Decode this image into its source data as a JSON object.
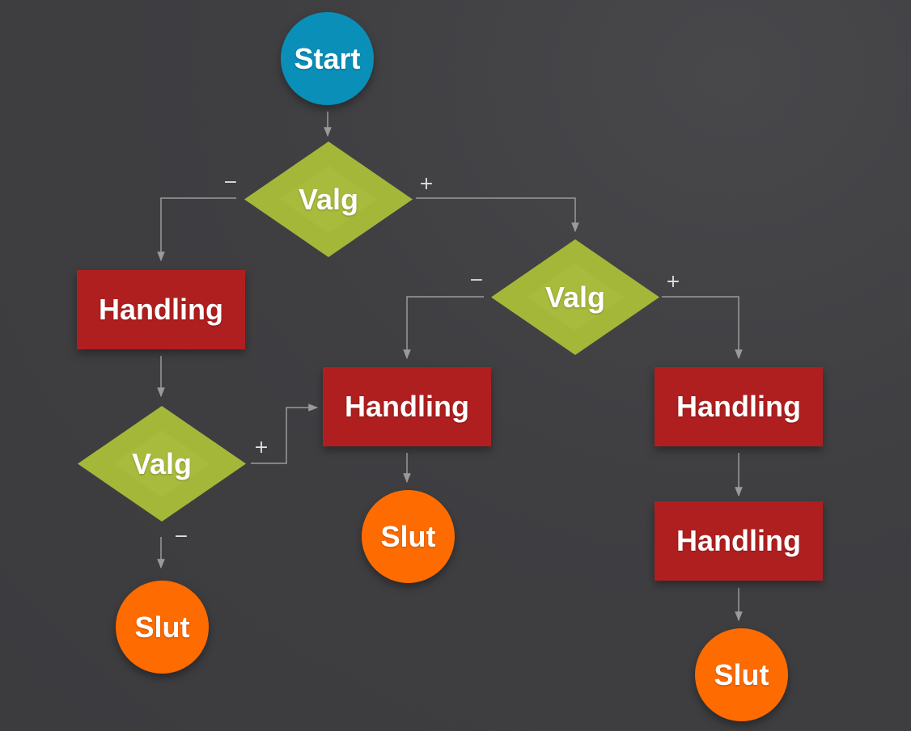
{
  "diagram": {
    "start_label": "Start",
    "decision_label": "Valg",
    "action_label": "Handling",
    "end_label": "Slut",
    "branch_yes": "+",
    "branch_no": "−"
  },
  "colors": {
    "background": "#3f3f42",
    "start": "#0a8fb9",
    "decision": "#a5b739",
    "action": "#b01f1f",
    "end": "#fe6b00",
    "connector": "#9a9a9a"
  }
}
